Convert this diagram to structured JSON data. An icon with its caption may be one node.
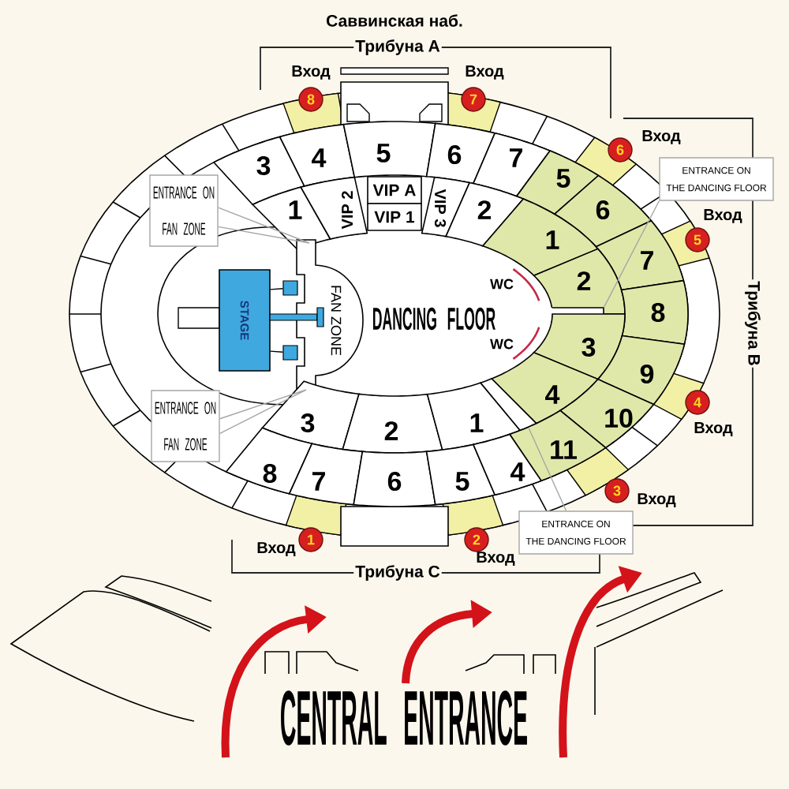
{
  "diagram": {
    "nodes": [
      {
        "text": [
          "8"
        ],
        "beside": [
          "Вход"
        ]
      },
      {
        "text": [
          "7"
        ],
        "beside": [
          "Вход"
        ]
      },
      {
        "text": [
          "6"
        ],
        "beside": [
          "Вход"
        ]
      },
      {
        "text": [
          "3"
        ]
      },
      {
        "text": [
          "4"
        ]
      },
      {
        "text": [
          "5"
        ]
      },
      {
        "text": [
          "6"
        ]
      },
      {
        "text": [
          "7"
        ]
      },
      {
        "text": [
          "ENTRANCE ON THE DANCING FLOOR"
        ]
      },
      {
        "text": [
          "5"
        ]
      },
      {
        "text": [
          "ENTRANCE ON FAN ZONE"
        ]
      },
      {
        "text": [
          "1"
        ]
      },
      {
        "text": [
          "VIP 2"
        ]
      },
      {
        "text": [
          "VIP A"
        ]
      },
      {
        "text": [
          "VIP 1"
        ]
      },
      {
        "text": [
          "VIP 3"
        ]
      },
      {
        "text": [
          "2"
        ]
      },
      {
        "text": [
          "6"
        ]
      },
      {
        "text": [
          "5"
        ],
        "beside": [
          "Вход"
        ]
      },
      {
        "text": [
          "1"
        ]
      },
      {
        "text": [
          "7"
        ]
      },
      {
        "text": [
          "2"
        ]
      },
      {
        "text": [
          "STAGE"
        ]
      },
      {
        "text": [],
        "shape": "box"
      },
      {
        "text": [],
        "shape": "box"
      },
      {
        "text": [
          "FAN ZONE"
        ]
      },
      {
        "text": [
          "DANCING FLOOR"
        ]
      },
      {
        "text": [],
        "shape": "box"
      },
      {
        "text": [
          "8"
        ]
      },
      {
        "text": [
          "3"
        ]
      },
      {
        "text": [
          "9"
        ]
      },
      {
        "text": [
          "4"
        ]
      },
      {
        "text": [],
        "shape": "box"
      },
      {
        "text": [
          "4"
        ],
        "beside": [
          "Вход"
        ]
      },
      {
        "text": [
          "10"
        ]
      },
      {
        "text": [
          "ENTRANCE ON FAN ZONE"
        ]
      },
      {
        "text": [
          "3"
        ]
      },
      {
        "text": [
          "2"
        ]
      },
      {
        "text": [
          "1"
        ]
      },
      {
        "text": [
          "11"
        ]
      },
      {
        "text": [
          "8"
        ]
      },
      {
        "text": [
          "7"
        ]
      },
      {
        "text": [
          "6"
        ]
      },
      {
        "text": [
          "5"
        ]
      },
      {
        "text": [
          "4"
        ]
      },
      {
        "text": [
          "3"
        ],
        "beside": [
          "Вход"
        ]
      },
      {
        "text": [
          "1"
        ],
        "beside": [
          "Вход"
        ]
      },
      {
        "text": [
          "2"
        ],
        "beside": [
          "Вход"
        ]
      },
      {
        "text": [
          "ENTRANCE ON THE DANCING FLOOR"
        ]
      }
    ],
    "edges": [
      {
        "from": 10,
        "to": null,
        "arrow": "none"
      },
      {
        "from": 8,
        "to": 27,
        "arrow": "none"
      },
      {
        "from": 22,
        "to": 23,
        "arrow": "none",
        "color": "#000000"
      },
      {
        "from": 22,
        "to": 24,
        "arrow": "none",
        "color": "#000000"
      },
      {
        "from": 35,
        "to": null,
        "arrow": "none"
      },
      {
        "from": 48,
        "to": 32,
        "arrow": "none"
      }
    ],
    "labels": [
      "Саввинская наб.",
      "Трибуна А",
      "WC",
      "Трибуна В",
      "WC",
      "Трибуна С",
      "CENTRAL ENTRANCE"
    ]
  }
}
